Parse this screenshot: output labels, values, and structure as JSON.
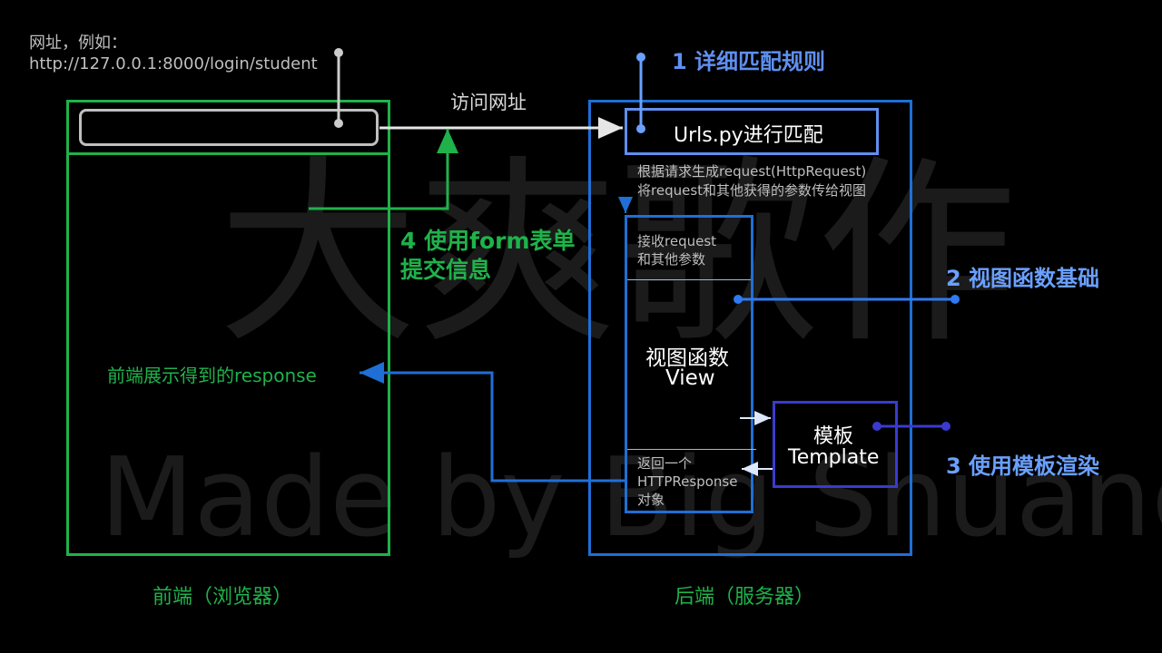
{
  "watermark": {
    "cn": "大爽歌作",
    "en": "Made by Big Shuang"
  },
  "example_url": {
    "label": "网址，例如：",
    "url": "http://127.0.0.1:8000/login/student"
  },
  "visit_url_label": "访问网址",
  "urls_box": {
    "title": "Urls.py进行匹配"
  },
  "request_text": {
    "line1": "根据请求生成request(HttpRequest)",
    "line2": "将request和其他获得的参数传给视图"
  },
  "view_box": {
    "receive_line1": "接收request",
    "receive_line2": "和其他参数",
    "title_line1": "视图函数",
    "title_line2": "View",
    "return_line1": "返回一个",
    "return_line2": "HTTPResponse",
    "return_line3": "对象"
  },
  "template_box": {
    "line1": "模板",
    "line2": "Template"
  },
  "steps": {
    "step1": "1 详细匹配规则",
    "step2": "2 视图函数基础",
    "step3": "3 使用模板渲染",
    "step4_line1": "4 使用form表单",
    "step4_line2": "提交信息"
  },
  "frontend_response": "前端展示得到的response",
  "frontend_label": "前端（浏览器）",
  "backend_label": "后端（服务器）",
  "colors": {
    "green": "#1fb24a",
    "blue": "#1f6fd6",
    "light_blue": "#6aa0ff",
    "indigo": "#3a3ad0",
    "grey": "#cccccc"
  }
}
